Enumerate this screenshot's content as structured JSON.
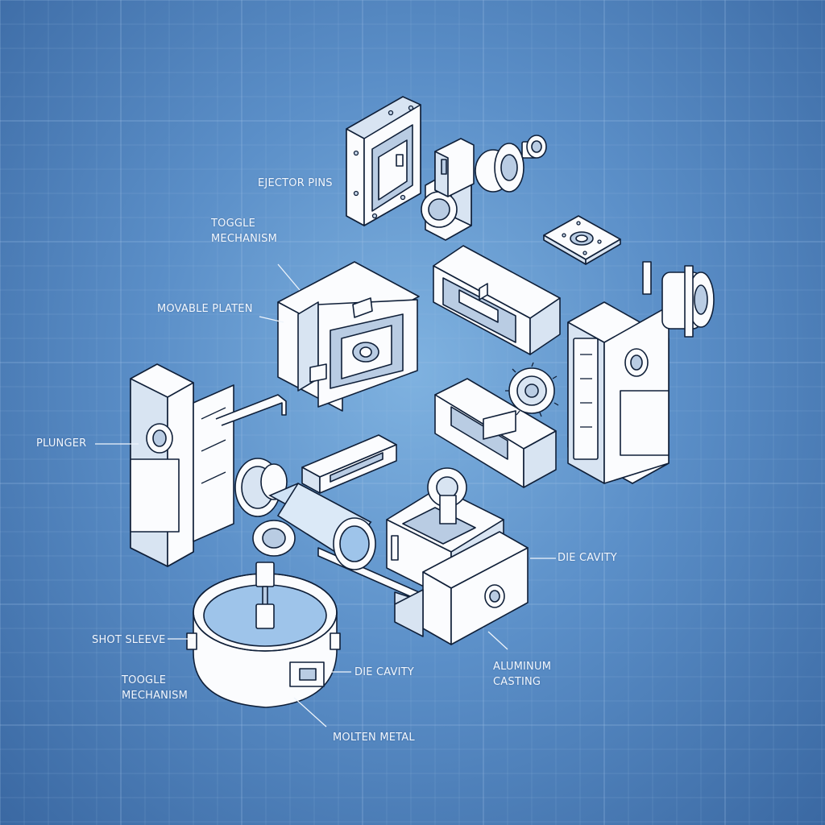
{
  "colors": {
    "background": "#4a7fba",
    "grid_line": "#9fc2e6",
    "part_fill": "#fbfcfe",
    "part_outline": "#0f1f38",
    "label_text": "#f2f7fd",
    "molten_metal": "#9ec4ea"
  },
  "labels": {
    "ejector_pins": "EJECTOR PINS",
    "toggle_mechanism_top": "TOGGLE\nMECHANISM",
    "movable_platen": "MOVABLE PLATEN",
    "plunger": "PLUNGER",
    "die_cavity_right": "DIE CAVITY",
    "shot_sleeve": "SHOT SLEEVE",
    "toggle_mechanism_bottom": "TOOGLE\nMECHANISM",
    "die_cavity_bottom": "DIE CAVITY",
    "aluminum_casting": "ALUMINUM\nCASTING",
    "molten_metal": "MOLTEN METAL"
  },
  "components": [
    "ejector-plate-assembly",
    "gear-drive-assembly",
    "mounting-plate",
    "movable-platen-block",
    "fixed-die-half",
    "gear-die-block",
    "toggle-clamp-unit",
    "plunger-injection-unit",
    "shot-sleeve-cylinder",
    "rail-guide",
    "die-cavity-block",
    "aluminum-casting-block",
    "molten-metal-ladle"
  ]
}
